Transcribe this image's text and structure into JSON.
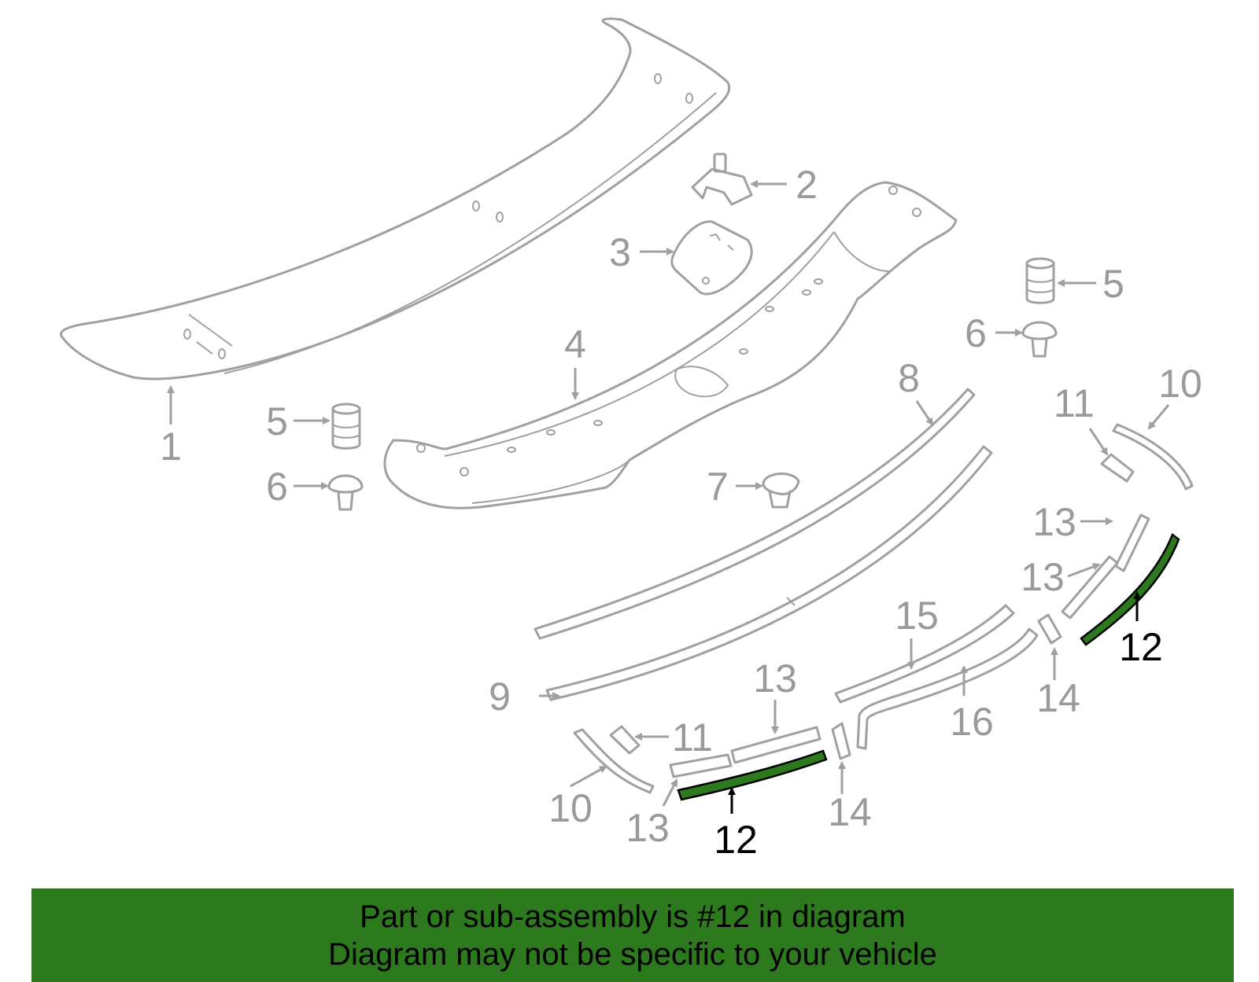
{
  "callouts": {
    "c1": "1",
    "c2": "2",
    "c3": "3",
    "c4": "4",
    "c5a": "5",
    "c5b": "5",
    "c6a": "6",
    "c6b": "6",
    "c7": "7",
    "c8": "8",
    "c9": "9",
    "c10a": "10",
    "c10b": "10",
    "c11a": "11",
    "c11b": "11",
    "c12a": "12",
    "c12b": "12",
    "c13a": "13",
    "c13b": "13",
    "c13c": "13",
    "c13d": "13",
    "c14a": "14",
    "c14b": "14",
    "c15": "15",
    "c16": "16"
  },
  "highlighted_part": "12",
  "colors": {
    "highlight": "#2d7a1e",
    "parts": "#a0a0a0"
  },
  "banner": {
    "line1": "Part or sub-assembly is #12 in diagram",
    "line2": "Diagram may not be specific to your vehicle"
  }
}
